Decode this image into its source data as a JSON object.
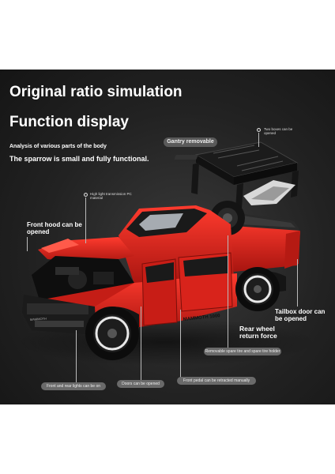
{
  "headings": {
    "title": "Original ratio simulation",
    "function": "Function display",
    "analysis": "Analysis of various parts of the body",
    "tagline": "The sparrow is small and fully functional."
  },
  "callouts": {
    "gantry": "Gantry removable",
    "two_boxes": "Two boxes can be opened",
    "transmission": "High light transmission PC material",
    "front_hood": "Front hood can be opened",
    "tailbox": "Tailbox door can be opened",
    "rear_wheel": "Rear wheel return force",
    "spare_tire": "Removable spare tire and spare tire holder",
    "front_lights": "Front and rear lights can be on",
    "doors": "Doors can be opened",
    "front_pedal": "Front pedal can be retracted manually"
  },
  "car": {
    "body_color": "#e0241c",
    "side_text": "MAMMOTH 1000",
    "hood_text": "MAMMOTH"
  }
}
